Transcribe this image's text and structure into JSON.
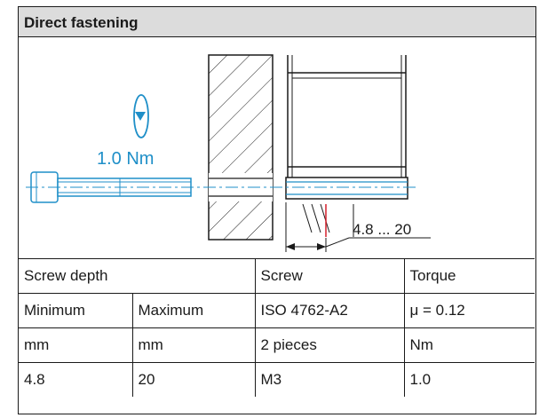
{
  "title": "Direct fastening",
  "diagram": {
    "torque_label": "1.0 Nm",
    "dimension_label": "4.8 ... 20",
    "colors": {
      "accent": "#1f8fc8",
      "marker": "#d4202c",
      "line": "#1a1a1a"
    }
  },
  "table": {
    "header": {
      "screw_depth": "Screw depth",
      "screw": "Screw",
      "torque": "Torque"
    },
    "row_labels": {
      "minimum": "Minimum",
      "maximum": "Maximum",
      "iso": "ISO 4762-A2",
      "mu": "μ = 0.12"
    },
    "row_units": {
      "min_unit": "mm",
      "max_unit": "mm",
      "pieces": "2 pieces",
      "torque_unit": "Nm"
    },
    "row_values": {
      "min_value": "4.8",
      "max_value": "20",
      "screw_size": "M3",
      "torque_value": "1.0"
    }
  }
}
